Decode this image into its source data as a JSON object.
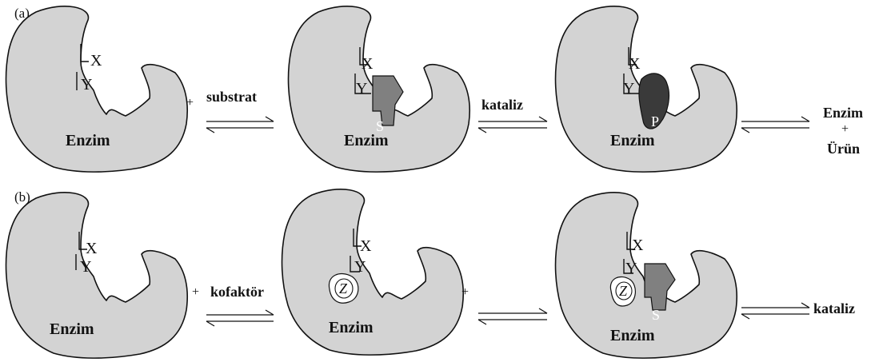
{
  "panels": {
    "a": "(a)",
    "b": "(b)"
  },
  "groups": {
    "x": "X",
    "y": "Y"
  },
  "enzyme_label": "Enzim",
  "substrate_symbol": "S",
  "product_symbol": "P",
  "cofactor_symbol": "Z",
  "plus": "+",
  "row_a": {
    "substrate_label": "substrat",
    "catalysis_label": "kataliz",
    "result_line1": "Enzim",
    "result_plus": "+",
    "result_line2": "Ürün"
  },
  "row_b": {
    "cofactor_label": "kofaktör",
    "catalysis_label": "kataliz"
  },
  "colors": {
    "enzyme_fill": "#d3d3d3",
    "substrate_fill": "#808080",
    "product_fill": "#3a3a3a"
  }
}
